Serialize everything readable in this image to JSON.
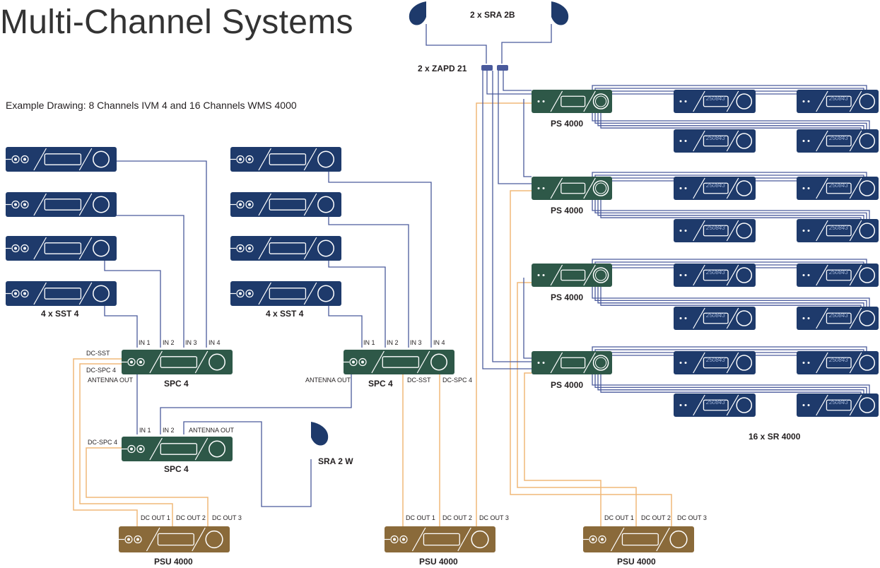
{
  "title": "Multi-Channel Systems",
  "subtitle": "Example Drawing: 8 Channels IVM 4 and 16 Channels WMS 4000",
  "antenna_top": {
    "label": "2 x SRA 2B"
  },
  "splitter": {
    "label": "2 x ZAPD 21"
  },
  "sst_groups": [
    {
      "label": "4 x SST 4"
    },
    {
      "label": "4 x SST 4"
    }
  ],
  "spc_units": [
    {
      "label": "SPC 4",
      "ports": {
        "in1": "IN 1",
        "in2": "IN 2",
        "in3": "IN 3",
        "in4": "IN 4",
        "dc_sst": "DC-SST",
        "dc_spc4": "DC-SPC 4",
        "antenna_out": "ANTENNA OUT"
      }
    },
    {
      "label": "SPC 4",
      "ports": {
        "in1": "IN 1",
        "in2": "IN 2",
        "in3": "IN 3",
        "in4": "IN 4",
        "antenna_out": "ANTENNA OUT",
        "dc_sst": "DC-SST",
        "dc_spc4": "DC-SPC 4"
      }
    },
    {
      "label": "SPC 4",
      "ports": {
        "in1": "IN 1",
        "in2": "IN 2",
        "antenna_out": "ANTENNA OUT",
        "dc_spc4": "DC-SPC 4"
      }
    }
  ],
  "sra2w": {
    "label": "SRA 2 W"
  },
  "psu_units": [
    {
      "label": "PSU 4000",
      "ports": [
        "DC OUT 1",
        "DC OUT 2",
        "DC OUT 3"
      ]
    },
    {
      "label": "PSU 4000",
      "ports": [
        "DC OUT 1",
        "DC OUT 2",
        "DC OUT 3"
      ]
    },
    {
      "label": "PSU 4000",
      "ports": [
        "DC OUT 1",
        "DC OUT 2",
        "DC OUT 3"
      ]
    }
  ],
  "ps_units": [
    {
      "label": "PS 4000"
    },
    {
      "label": "PS 4000"
    },
    {
      "label": "PS 4000"
    },
    {
      "label": "PS 4000"
    }
  ],
  "receivers": {
    "label": "16 x SR 4000",
    "display": "250843"
  },
  "colors": {
    "sst": "#1e3a6b",
    "spc": "#2e5848",
    "psu": "#8a6a3a",
    "ps": "#2e5848",
    "receiver": "#1e3a6b",
    "rf_cable": "#4a5a9c",
    "dc_cable": "#f0b878",
    "antenna": "#1e3a6b"
  },
  "icons": {
    "antenna": "antenna-icon",
    "splitter": "splitter-icon"
  }
}
